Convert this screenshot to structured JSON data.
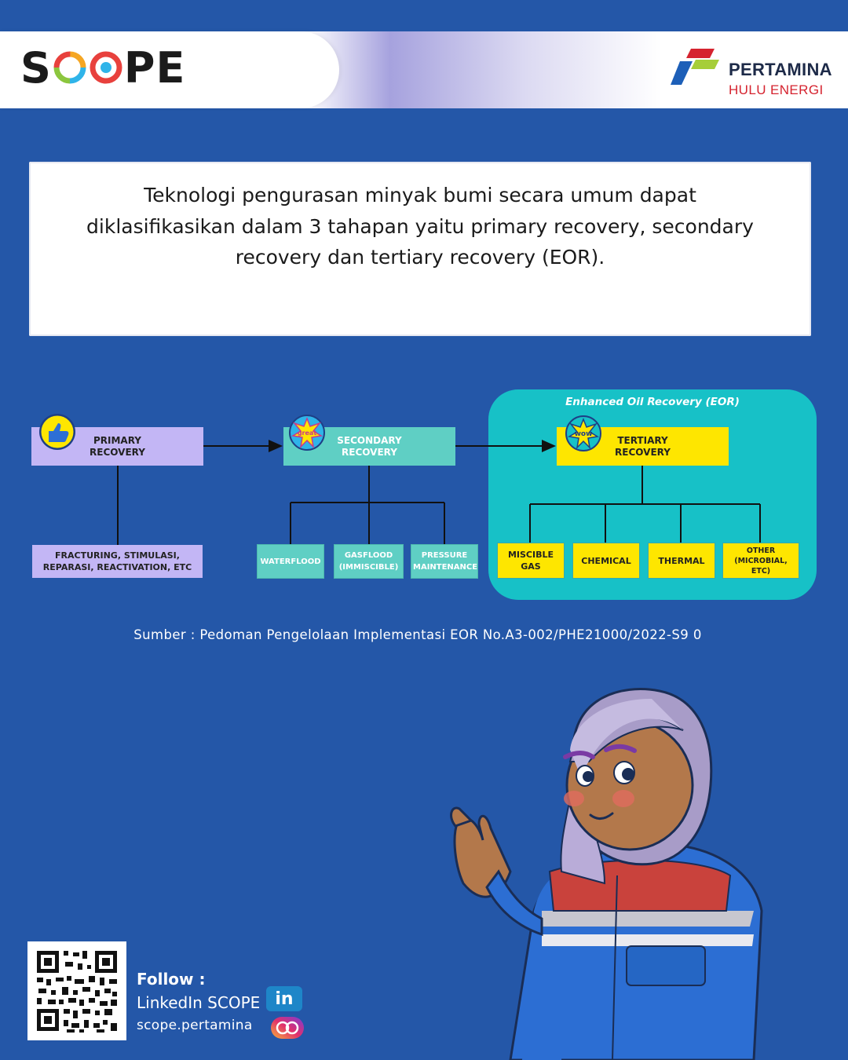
{
  "header": {
    "brand": "SCOPE",
    "partner_name": "PERTAMINA",
    "partner_sub": "HULU ENERGI"
  },
  "intro": {
    "text": "Teknologi pengurasan minyak bumi secara umum dapat diklasifikasikan dalam 3 tahapan yaitu primary recovery, secondary recovery dan tertiary recovery (EOR)."
  },
  "diagram": {
    "eor_group_label": "Enhanced Oil Recovery (EOR)",
    "primary": {
      "label": "PRIMARY RECOVERY",
      "child": "FRACTURING, STIMULASI, REPARASI, REACTIVATION, ETC"
    },
    "secondary": {
      "label": "SECONDARY RECOVERY",
      "children": [
        "WATERFLOOD",
        "GASFLOOD (IMMISCIBLE)",
        "PRESSURE MAINTENANCE"
      ]
    },
    "tertiary": {
      "label": "TERTIARY RECOVERY",
      "children": [
        "MISCIBLE GAS",
        "CHEMICAL",
        "THERMAL",
        "OTHER (MICROBIAL, ETC)"
      ]
    },
    "badges": {
      "primary": "thumbs-up-icon",
      "secondary": "great",
      "tertiary": "wow"
    },
    "colors": {
      "primary": "#c3b6f5",
      "secondary": "#5fcfc4",
      "tertiary": "#fee600",
      "eor_panel": "#17c1c7"
    }
  },
  "source": "Sumber : Pedoman Pengelolaan Implementasi EOR No.A3-002/PHE21000/2022-S9 0",
  "footer": {
    "follow": "Follow :",
    "linkedin": "LinkedIn SCOPE",
    "linkedin_badge": "in",
    "instagram": "scope.pertamina"
  },
  "colors": {
    "background": "#2457a8",
    "pertamina_red": "#d5232f",
    "pertamina_blue": "#1d5fb8",
    "pertamina_green": "#a6ce39"
  }
}
